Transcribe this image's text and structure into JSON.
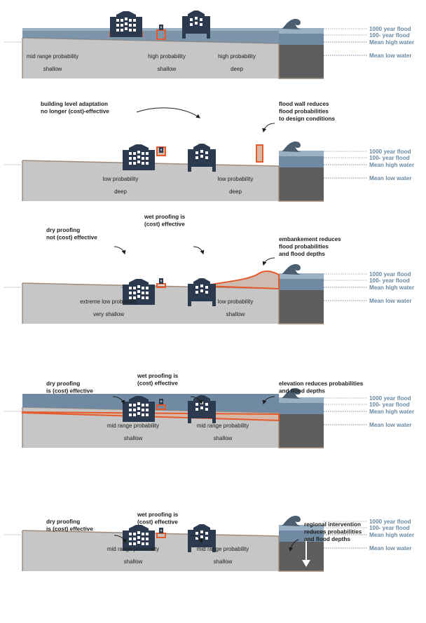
{
  "colors": {
    "ground": "#c6c6c6",
    "ground_edge": "#a08c7c",
    "water_light": "#9ab0c3",
    "water_mid": "#6f8aa2",
    "water_dark": "#4c5f70",
    "deep_water": "#5d5d5d",
    "building": "#2b3a4e",
    "intervention": "#e55a2b",
    "annotation": "#1d1d1b",
    "legend_label": "#6a8aa3"
  },
  "legend": {
    "flood_1000": "1000 year flood",
    "flood_100": "100- year flood",
    "mean_high": "Mean high water",
    "mean_low": "Mean low water"
  },
  "panels": [
    {
      "id": "current",
      "annotations": [],
      "zones": [
        {
          "probability": "mid range probability",
          "depth": "shallow"
        },
        {
          "probability": "high probability",
          "depth": "shallow"
        },
        {
          "probability": "high probability",
          "depth": "deep"
        }
      ]
    },
    {
      "id": "flood-wall",
      "annotations": [
        {
          "key": "building-level",
          "lines": [
            "building level adaptation",
            "no longer (cost)-effective"
          ]
        },
        {
          "key": "flood-wall",
          "lines": [
            "flood wall reduces",
            "flood probabilities",
            "to design conditions"
          ]
        }
      ],
      "zones": [
        {
          "probability": "low probability",
          "depth": "deep"
        },
        {
          "probability": "low probability",
          "depth": "deep"
        }
      ]
    },
    {
      "id": "embankment",
      "annotations": [
        {
          "key": "dry-proofing",
          "lines": [
            "dry proofing",
            "not (cost) effective"
          ]
        },
        {
          "key": "wet-proofing",
          "lines": [
            "wet proofing is",
            "(cost) effective"
          ]
        },
        {
          "key": "embankment",
          "lines": [
            "embankement reduces",
            "flood probabilities",
            "and flood depths"
          ]
        }
      ],
      "zones": [
        {
          "probability": "extreme low probability",
          "depth": "very shallow"
        },
        {
          "probability": "low probability",
          "depth": "shallow"
        }
      ]
    },
    {
      "id": "elevation",
      "annotations": [
        {
          "key": "dry-proofing",
          "lines": [
            "dry proofing",
            "is (cost) effective"
          ]
        },
        {
          "key": "wet-proofing",
          "lines": [
            "wet proofing is",
            "(cost) effective"
          ]
        },
        {
          "key": "elevation",
          "lines": [
            "elevation reduces probabilities",
            "and flood depths"
          ]
        }
      ],
      "zones": [
        {
          "probability": "mid range probability",
          "depth": "shallow"
        },
        {
          "probability": "mid range probability",
          "depth": "shallow"
        }
      ]
    },
    {
      "id": "regional",
      "annotations": [
        {
          "key": "dry-proofing",
          "lines": [
            "dry proofing",
            "is (cost) effective"
          ]
        },
        {
          "key": "wet-proofing",
          "lines": [
            "wet proofing is",
            "(cost) effective"
          ]
        },
        {
          "key": "regional",
          "lines": [
            "regional intervention",
            "reduces probabilities",
            "and flood depths"
          ]
        }
      ],
      "zones": [
        {
          "probability": "mid range probability",
          "depth": "shallow"
        },
        {
          "probability": "mid range probability",
          "depth": "shallow"
        }
      ]
    }
  ]
}
